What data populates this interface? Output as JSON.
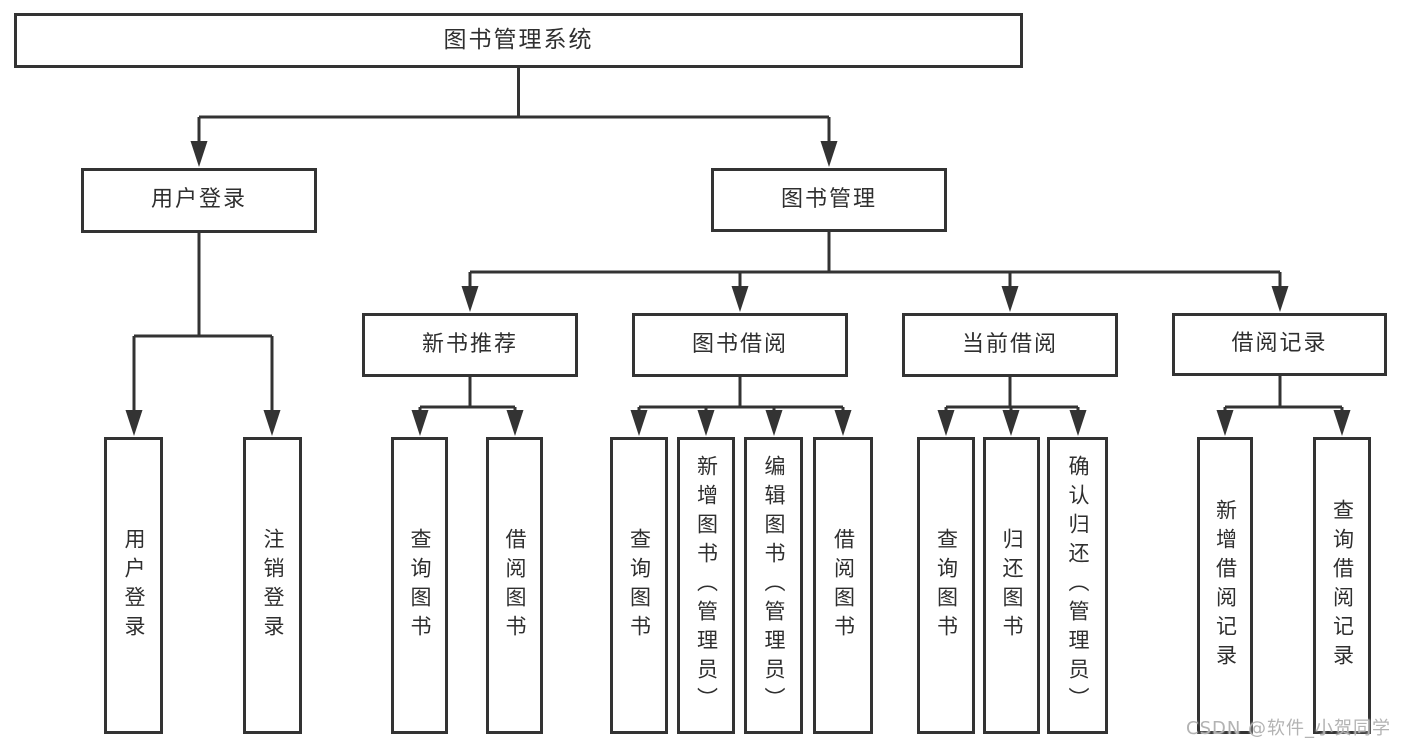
{
  "diagram": {
    "root": {
      "label": "图书管理系统"
    },
    "branches": [
      {
        "label": "用户登录",
        "children": [
          {
            "label": "用户登录"
          },
          {
            "label": "注销登录"
          }
        ]
      },
      {
        "label": "图书管理",
        "children": [
          {
            "label": "新书推荐",
            "children": [
              {
                "label": "查询图书"
              },
              {
                "label": "借阅图书"
              }
            ]
          },
          {
            "label": "图书借阅",
            "children": [
              {
                "label": "查询图书"
              },
              {
                "label": "新增图书（管理员）"
              },
              {
                "label": "编辑图书（管理员）"
              },
              {
                "label": "借阅图书"
              }
            ]
          },
          {
            "label": "当前借阅",
            "children": [
              {
                "label": "查询图书"
              },
              {
                "label": "归还图书"
              },
              {
                "label": "确认归还（管理员）"
              }
            ]
          },
          {
            "label": "借阅记录",
            "children": [
              {
                "label": "新增借阅记录"
              },
              {
                "label": "查询借阅记录"
              }
            ]
          }
        ]
      }
    ],
    "watermark": "CSDN @软件_小贺同学",
    "colors": {
      "line": "#333333",
      "text": "#2f2f2f",
      "background": "#ffffff",
      "watermark": "#b3b3b3"
    }
  }
}
